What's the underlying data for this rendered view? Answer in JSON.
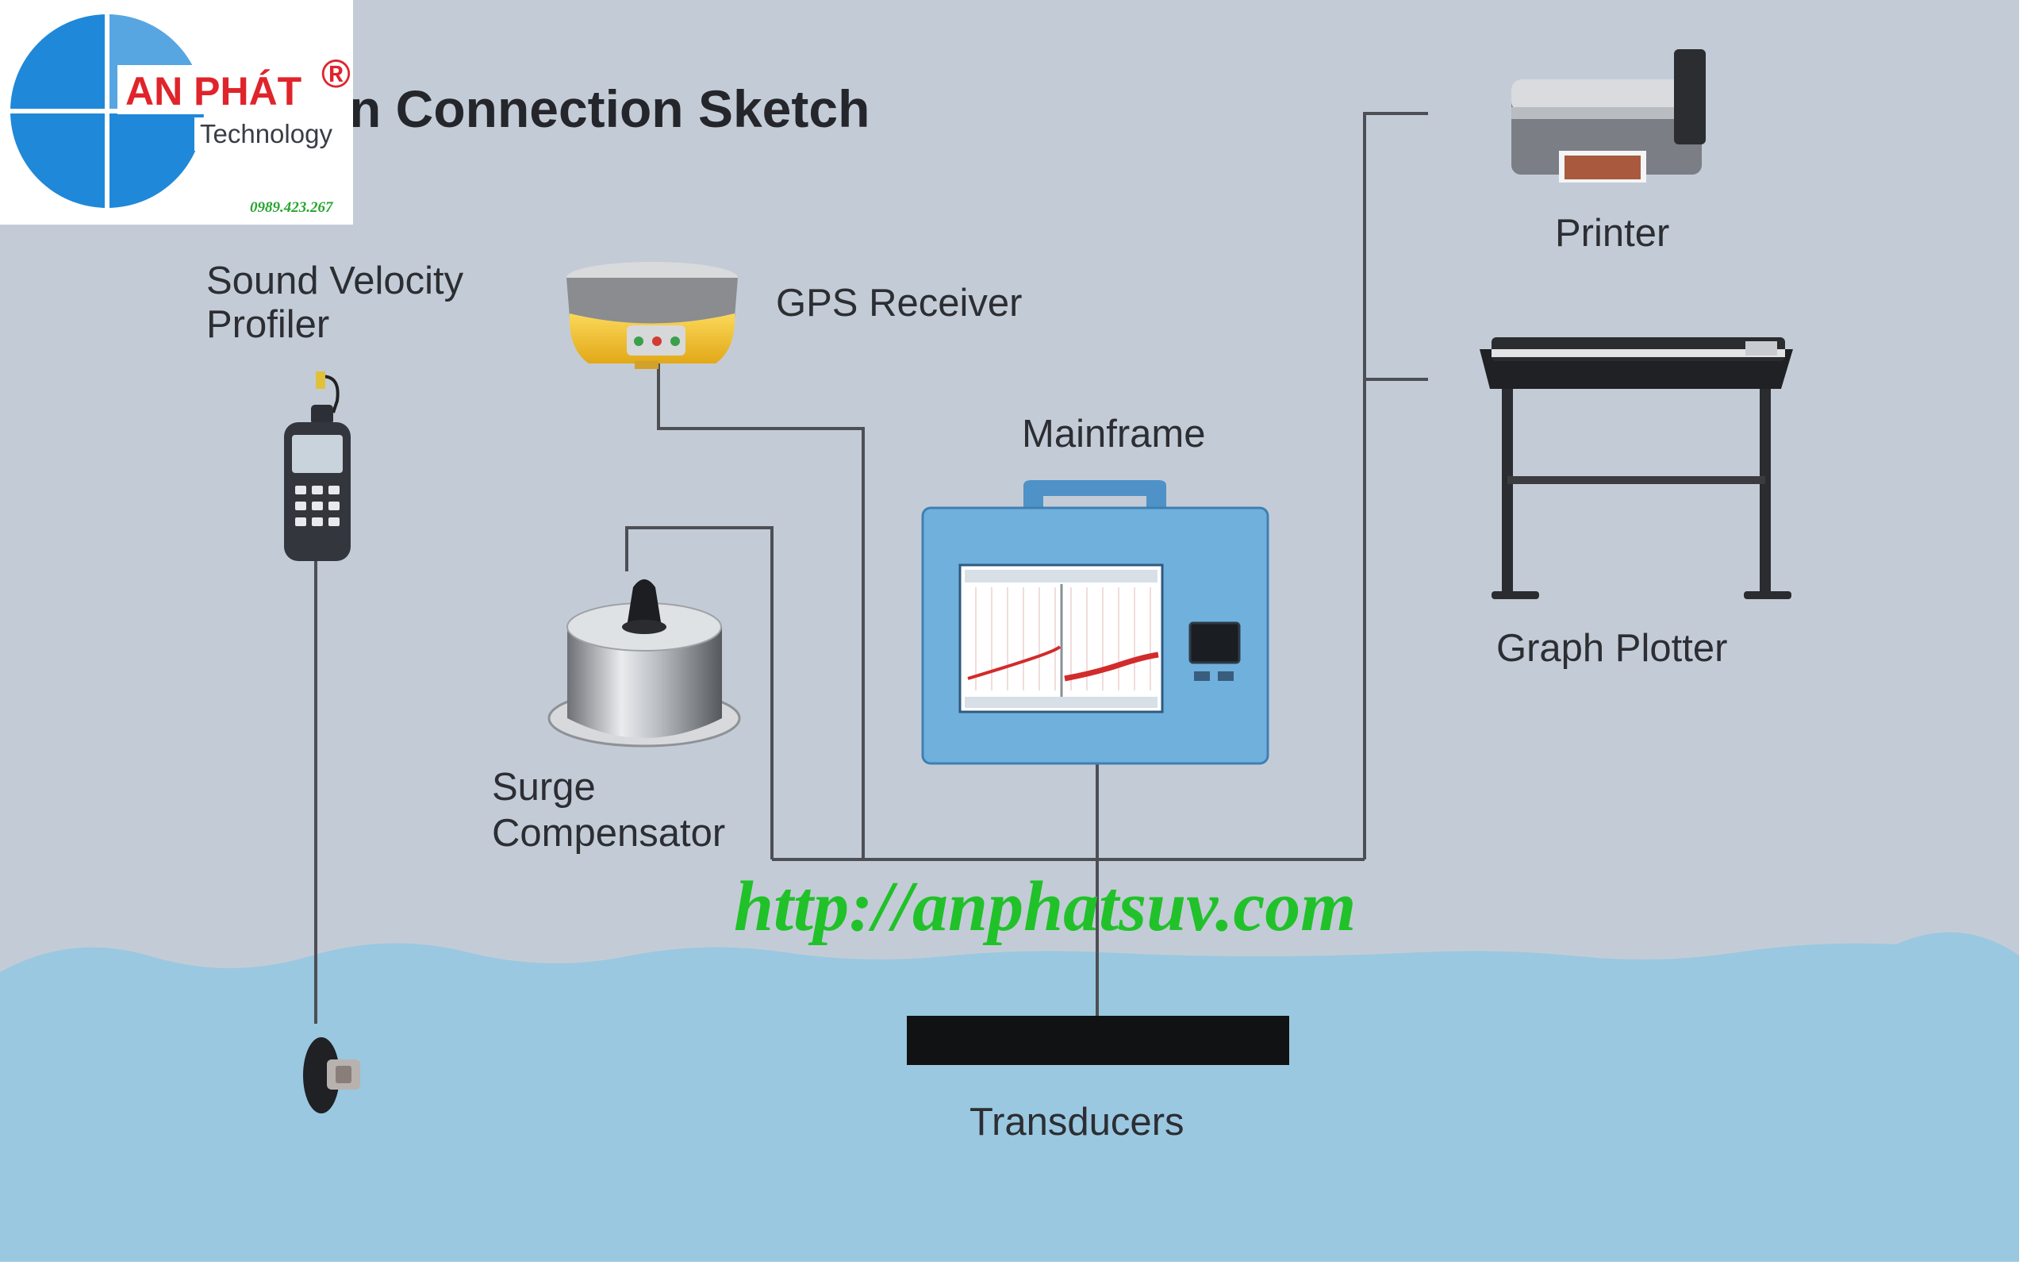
{
  "title": "n Connection Sketch",
  "devices": {
    "sound_velocity_profiler": [
      "Sound Velocity",
      "Profiler"
    ],
    "gps_receiver": "GPS Receiver",
    "mainframe": "Mainframe",
    "surge_compensator": [
      "Surge",
      "Compensator"
    ],
    "printer": "Printer",
    "graph_plotter": "Graph Plotter",
    "transducers": "Transducers"
  },
  "watermark_url": "http://anphatsuv.com",
  "logo": {
    "brand": "AN PHÁT",
    "registered": "®",
    "subtitle": "Technology",
    "phone": "0989.423.267"
  },
  "colors": {
    "sky": "#c3ccd6",
    "water": "#9ac8e0",
    "wire": "#4d4f55",
    "url_green": "#21c12a",
    "brand_red": "#e0242b",
    "logo_blue": "#1f88d8",
    "gps_yellow": "#f2c12e",
    "mainframe_blue": "#6fb0dd"
  }
}
